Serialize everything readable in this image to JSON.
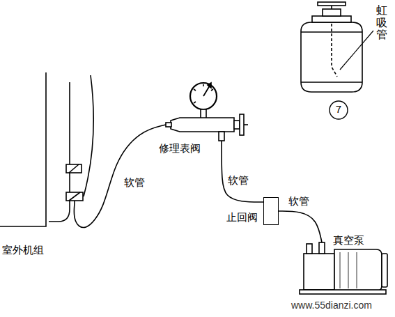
{
  "diagram": {
    "nodes": [
      {
        "text": [
          "室外机组"
        ]
      },
      {
        "text": [
          "修理表阀"
        ]
      },
      {
        "text": [
          "止回阀"
        ]
      },
      {
        "text": [
          "真空泵"
        ]
      }
    ],
    "edges": [
      {
        "from": 0,
        "to": 1,
        "arrow": "none",
        "label": "软管"
      },
      {
        "from": 1,
        "to": 2,
        "arrow": "none",
        "label": "软管"
      },
      {
        "from": 2,
        "to": 3,
        "arrow": "none",
        "label": "软管"
      }
    ],
    "labels": [
      "虹吸管",
      "7",
      "www.55dianzi.com"
    ]
  }
}
